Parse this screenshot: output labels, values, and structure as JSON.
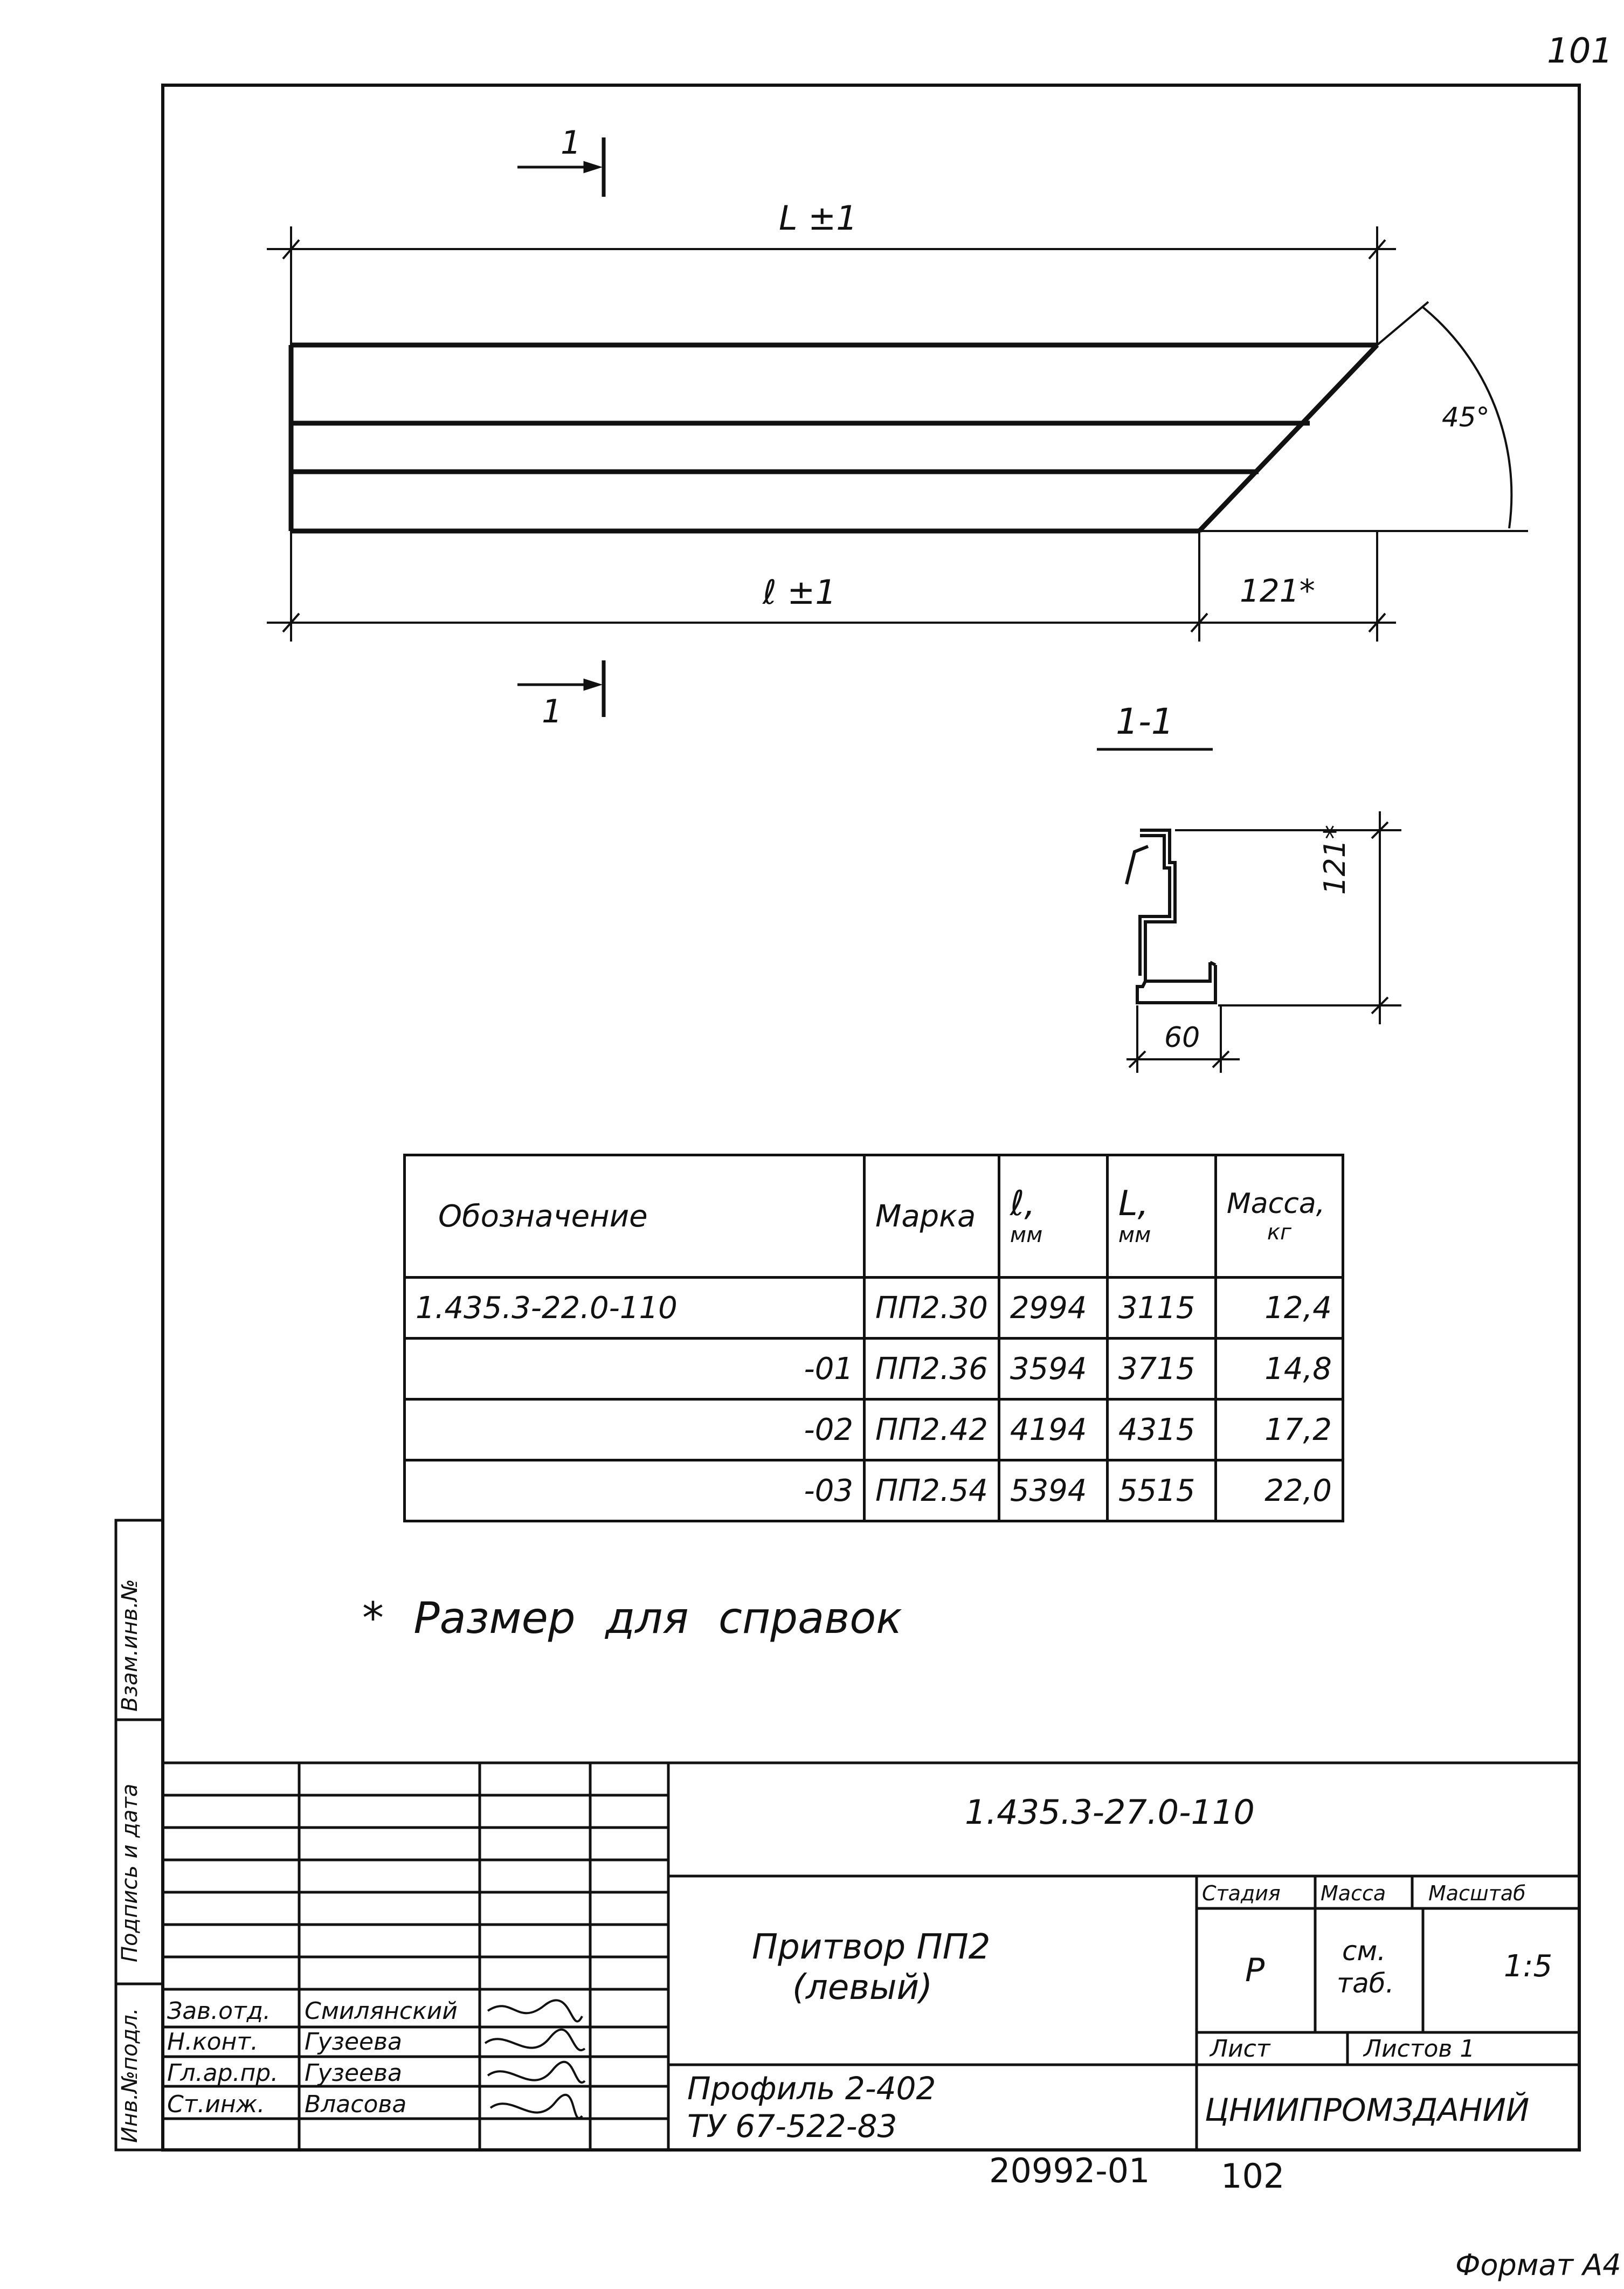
{
  "page_number": "101",
  "drawing": {
    "dim_L": "L ±1",
    "dim_l": "ℓ ±1",
    "dim_121": "121*",
    "angle": "45°",
    "section_mark": "1",
    "section_title": "1-1",
    "dim_height": "121*",
    "dim_width": "60"
  },
  "table": {
    "headers": [
      "Обозначение",
      "Марка",
      "ℓ,",
      "L,",
      "Масса,"
    ],
    "header_units": [
      "",
      "",
      "мм",
      "мм",
      "кг"
    ],
    "rows": [
      {
        "designation": "1.435.3-22.0-110",
        "mark": "ПП2.30",
        "l": "2994",
        "L": "3115",
        "mass": "12,4"
      },
      {
        "designation": "-01",
        "mark": "ПП2.36",
        "l": "3594",
        "L": "3715",
        "mass": "14,8"
      },
      {
        "designation": "-02",
        "mark": "ПП2.42",
        "l": "4194",
        "L": "4315",
        "mass": "17,2"
      },
      {
        "designation": "-03",
        "mark": "ПП2.54",
        "l": "5394",
        "L": "5515",
        "mass": "22,0"
      }
    ]
  },
  "note": "* Размер для справок",
  "side_stamp": {
    "field1": "Взам.инв.№",
    "field2": "Подпись и дата",
    "field3": "Инв.№подл."
  },
  "title_block": {
    "doc_code": "1.435.3-27.0-110",
    "product_name_line1": "Притвор ПП2",
    "product_name_line2": "(левый)",
    "stage_label": "Стадия",
    "mass_label": "Масса",
    "scale_label": "Масштаб",
    "stage": "Р",
    "mass_line1": "см.",
    "mass_line2": "таб.",
    "scale": "1:5",
    "sheet_label": "Лист",
    "sheets_label": "Листов 1",
    "material_line1": "Профиль  2-402",
    "material_line2": "ТУ 67-522-83",
    "organization": "ЦНИИПРОМЗДАНИЙ",
    "roles": [
      "Зав.отд.",
      "Н.конт.",
      "Гл.ар.пр.",
      "Ст.инж."
    ],
    "names": [
      "Смилянский",
      "Гузеева",
      "Гузеева",
      "Власова"
    ]
  },
  "footer": {
    "archive_number": "20992-01",
    "page": "102",
    "format": "Формат А4"
  }
}
